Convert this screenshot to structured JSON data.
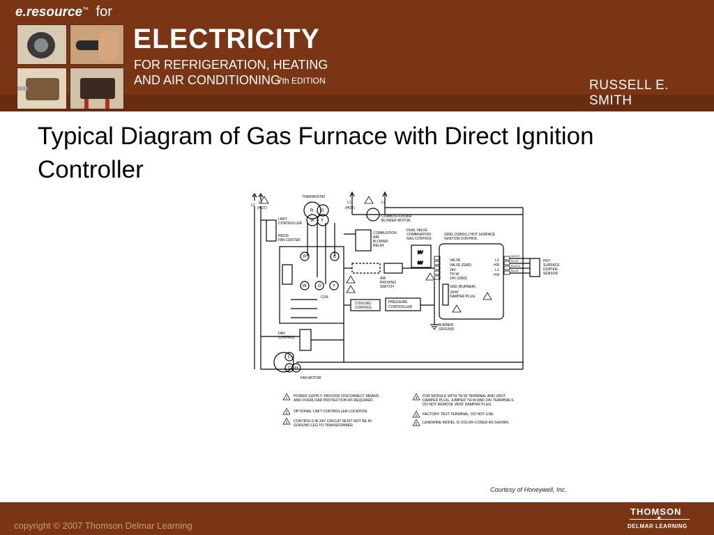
{
  "header": {
    "brand_e": "e.resource",
    "brand_for": "for",
    "title": "ELECTRICITY",
    "subtitle_line1": "FOR REFRIGERATION, HEATING",
    "subtitle_line2": "AND AIR CONDITIONING",
    "edition": "7th EDITION",
    "author": "RUSSELL E. SMITH"
  },
  "slide": {
    "title": "Typical Diagram of Gas Furnace with Direct Ignition Controller"
  },
  "diagram": {
    "labels": {
      "l2_left": "L2",
      "l1_left": "L1",
      "hot_left": "(HOT)",
      "thermostat": "THERMOSTAT",
      "l1_right": "L1",
      "hot_right": "(HOT)",
      "l2_right": "L2",
      "combustion_air_blower_motor_1": "COMBUSTION AIR",
      "combustion_air_blower_motor_2": "BLOWER MOTOR",
      "limit_controller_1": "LIMIT",
      "limit_controller_2": "CONTROLLER",
      "combustion_air_blower_relay_1": "COMBUSTION",
      "combustion_air_blower_relay_2": "AIR",
      "combustion_air_blower_relay_3": "BLOWER",
      "combustion_air_blower_relay_4": "RELAY",
      "dual_valve_1": "DUAL VALVE",
      "dual_valve_2": "COMBINATION",
      "dual_valve_3": "GAS CONTROL",
      "ignition_control_1": "S89G,J/S890J,J HOT SURFACE",
      "ignition_control_2": "IGNITION CONTROL",
      "fan_center_1": "R8239",
      "fan_center_2": "FAN CENTER",
      "air_proving_switch_1": "AIR",
      "air_proving_switch_2": "PROVING",
      "air_proving_switch_3": "SWITCH",
      "coil": "COIL",
      "cooling_control_1": "COOLING",
      "cooling_control_2": "CONTROL",
      "pressure_controller_1": "PRESSURE",
      "pressure_controller_2": "CONTROLLER",
      "valve": "VALVE",
      "valve_gnd": "VALVE (GND)",
      "v24": "24V",
      "thw": "TH-W",
      "v24_gnd": "24V (GND)",
      "gnd_burner": "GND (BURNER)",
      "vent_1": "VENT",
      "vent_2": "DAMPER PLUG",
      "term_l2": "L2",
      "term_hsi_1": "HSI",
      "term_l1": "L1",
      "term_hsi_2": "HSI",
      "wire_white": "WHITE",
      "wire_blue_1": "BLUE",
      "wire_black": "BLACK",
      "wire_blue_2": "BLUE",
      "hot_surface_1": "HOT",
      "hot_surface_2": "SURFACE",
      "hot_surface_3": "IGNITER-",
      "hot_surface_4": "SENSOR",
      "burner_ground_1": "BURNER",
      "burner_ground_2": "GROUND",
      "fan_control_1": "FAN",
      "fan_control_2": "CONTROL",
      "fan_motor": "FAN MOTOR",
      "mv1": "MV",
      "mv2": "MV",
      "t_r": "R",
      "t_g": "G",
      "t_w": "W",
      "t_y": "Y",
      "fc_r": "R",
      "fc_c": "C",
      "fc_w": "W",
      "fc_g": "G",
      "fc_y": "Y",
      "motor_l": "L",
      "motor_c": "C",
      "motor_h": "H",
      "note_1_num": "1",
      "note_2_num": "2",
      "note_3_num": "3",
      "note_4_num": "4",
      "note_5_num": "5",
      "note_6_num": "6"
    },
    "notes": [
      {
        "num": "1",
        "line1": "POWER SUPPLY. PROVIDE DISCONNECT MEANS",
        "line2": "AND OVERLOAD PROTECTION AS REQUIRED."
      },
      {
        "num": "2",
        "line1": "OPTIONAL LIMIT CONTROLLER LOCATION.",
        "line2": ""
      },
      {
        "num": "3",
        "line1": "CONTROLS IN 24V CIRCUIT MUST NOT BE IN",
        "line2": "GORUND LEG TO TRANSFORMER."
      },
      {
        "num": "4",
        "line1": "FOR MODULE WITH TH-W TERMINAL AND VENT",
        "line2": "DAMPER PLUG, JUMPER TH-W AND 24V TERMINALS.",
        "line3": "DO NOT REMOVE VENT DAMPER PLUG."
      },
      {
        "num": "5",
        "line1": "FACTORY TEST TERMINAL. DO NOT USE.",
        "line2": ""
      },
      {
        "num": "6",
        "line1": "LEADWIRE MODEL IS COLOR-CODED AS SHOWN.",
        "line2": ""
      }
    ],
    "courtesy": "Courtesy of Honeywell, Inc."
  },
  "footer": {
    "copyright": "copyright © 2007 Thomson Delmar Learning",
    "publisher": "THOMSON",
    "publisher_sub": "DELMAR LEARNING"
  },
  "colors": {
    "banner": "#7a3515",
    "banner_text": "#ffffff",
    "copyright_text": "#c99a80"
  }
}
